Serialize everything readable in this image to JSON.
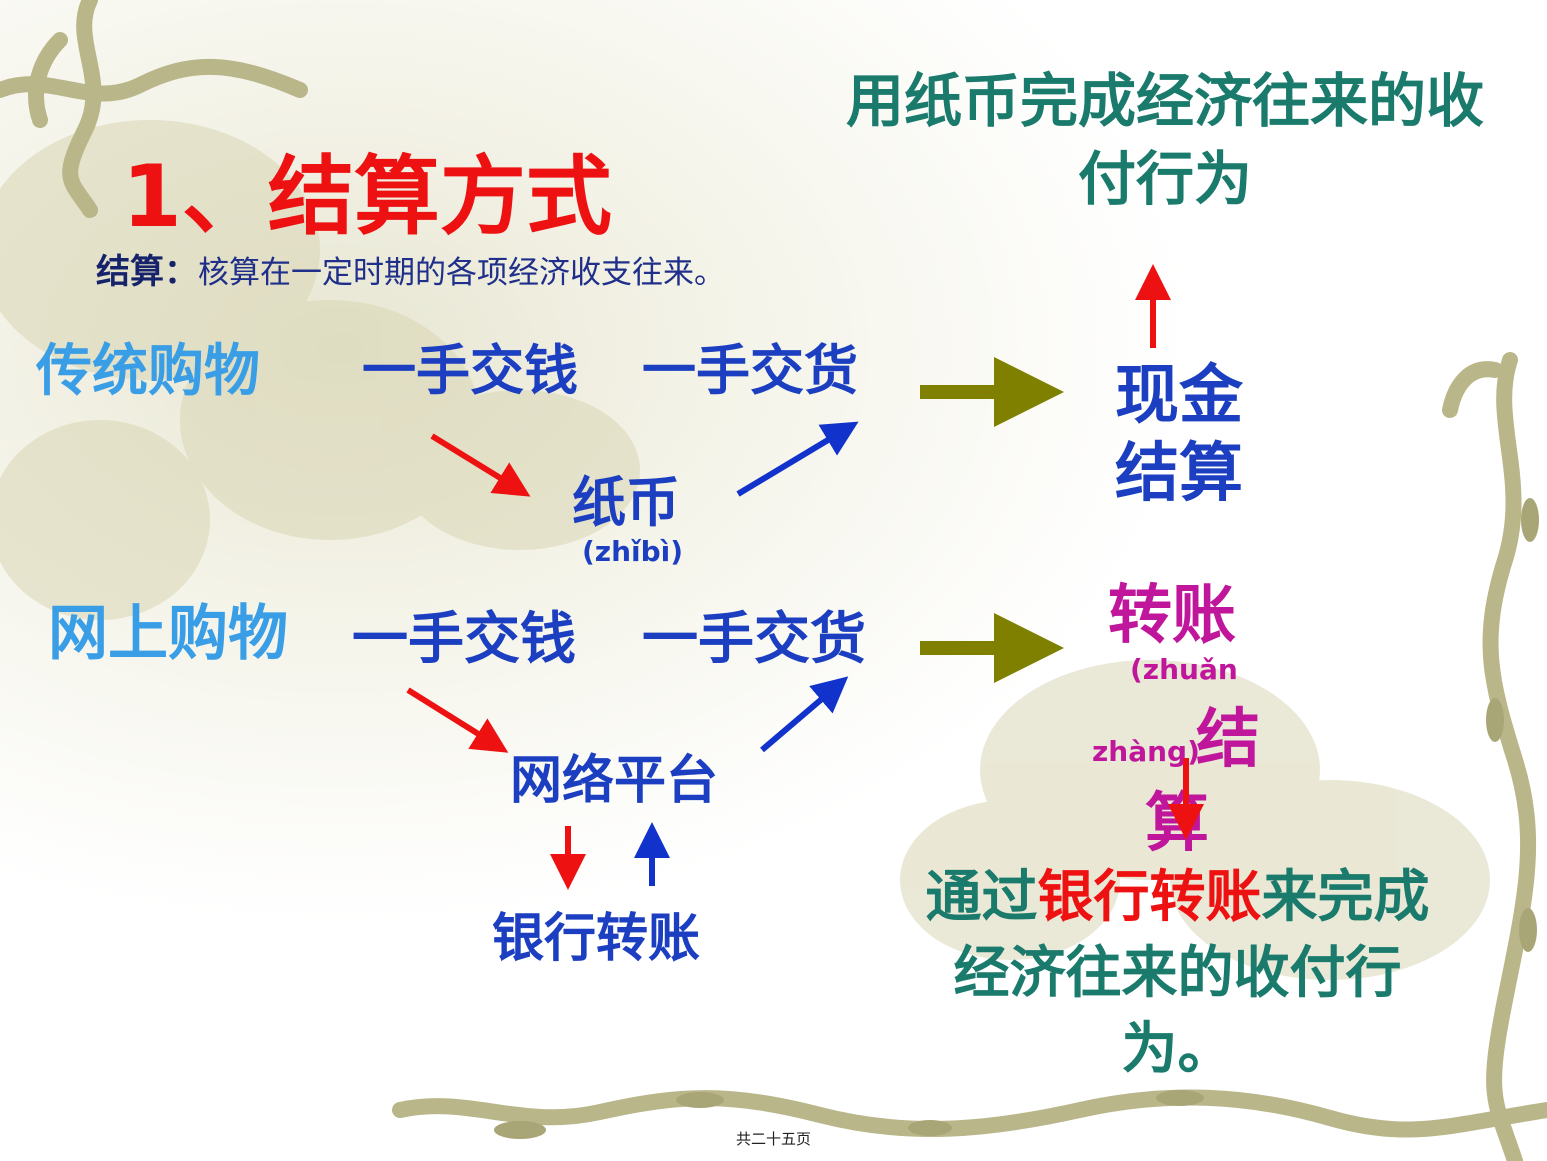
{
  "title": "1、结算方式",
  "definition": {
    "term": "结算：",
    "text": "核算在一定时期的各项经济收支往来。"
  },
  "cash_note": "用纸币完成经济往来的收付行为",
  "traditional": {
    "label": "传统购物",
    "pay": "一手交钱",
    "deliver": "一手交货",
    "medium": "纸币",
    "medium_pinyin": "(zhǐbì)",
    "result_line1": "现金",
    "result_line2": "结算"
  },
  "online": {
    "label": "网上购物",
    "pay": "一手交钱",
    "deliver": "一手交货",
    "platform": "网络平台",
    "bank": "银行转账",
    "result_line1": "转账",
    "result_pinyin1": "(zhuǎn",
    "result_pinyin2": "zhàng)",
    "result_char1": "结",
    "result_char2": "算"
  },
  "transfer_note": {
    "before": "通过",
    "highlight": "银行转账",
    "after": "来完成经济往来的收付行为。"
  },
  "footer": "共二十五页",
  "colors": {
    "title": "#ee1111",
    "label_light_blue": "#3a9ee6",
    "flow_blue": "#1b3fc0",
    "teal": "#1a7a6c",
    "magenta": "#c0169b",
    "arrow_red": "#ee1111",
    "arrow_blue": "#1133cc",
    "arrow_olive": "#808000"
  }
}
